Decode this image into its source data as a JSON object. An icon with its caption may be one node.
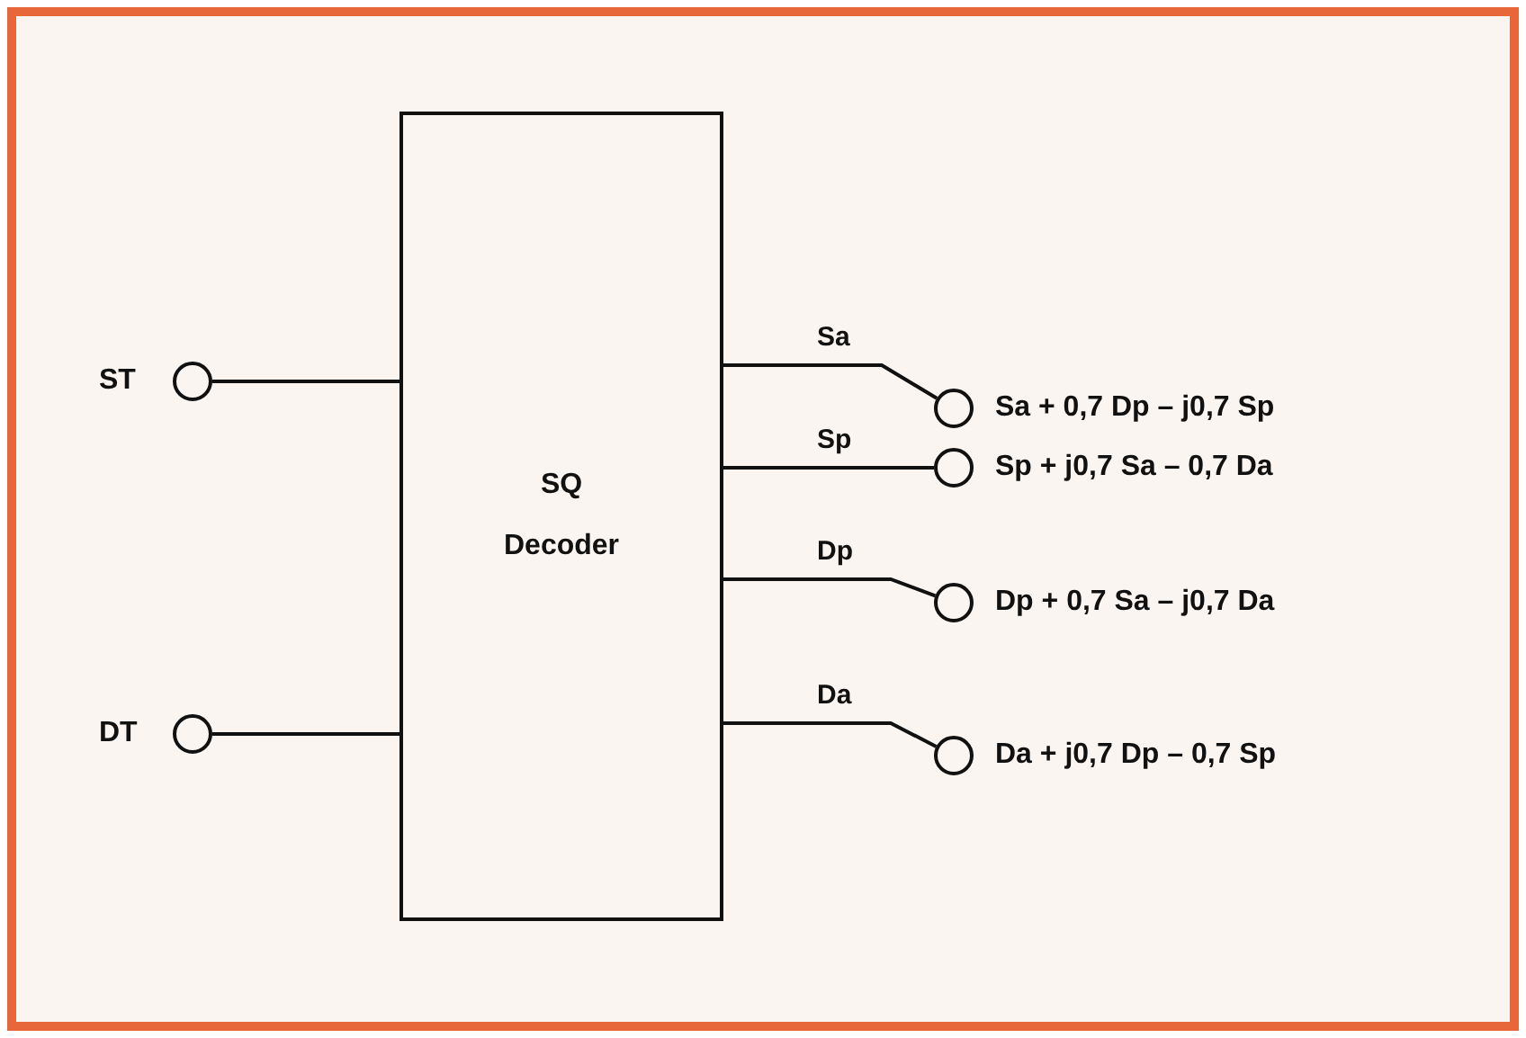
{
  "diagram": {
    "nodes": [
      {
        "text": [
          "SQ Decoder"
        ]
      },
      {
        "text": [],
        "shape": "circle",
        "beside": [
          "ST"
        ]
      },
      {
        "text": [],
        "shape": "circle",
        "beside": [
          "DT"
        ]
      },
      {
        "text": [],
        "shape": "circle",
        "beside": [
          "Sa + 0,7 Dp – j0,7 Sp"
        ]
      },
      {
        "text": [],
        "shape": "circle",
        "beside": [
          "Sp + j0,7 Sa – 0,7 Da"
        ]
      },
      {
        "text": [],
        "shape": "circle",
        "beside": [
          "Dp + 0,7 Sa – j0,7 Da"
        ]
      },
      {
        "text": [],
        "shape": "circle",
        "beside": [
          "Da + j0,7 Dp – 0,7 Sp"
        ]
      }
    ],
    "edges": [
      {
        "from": 1,
        "to": 0,
        "arrow": "none"
      },
      {
        "from": 2,
        "to": 0,
        "arrow": "none"
      },
      {
        "from": 0,
        "to": 3,
        "label": "Sa",
        "arrow": "none"
      },
      {
        "from": 0,
        "to": 4,
        "label": "Sp",
        "arrow": "none"
      },
      {
        "from": 0,
        "to": 5,
        "label": "Dp",
        "arrow": "none"
      },
      {
        "from": 0,
        "to": 6,
        "label": "Da",
        "arrow": "none"
      }
    ]
  }
}
